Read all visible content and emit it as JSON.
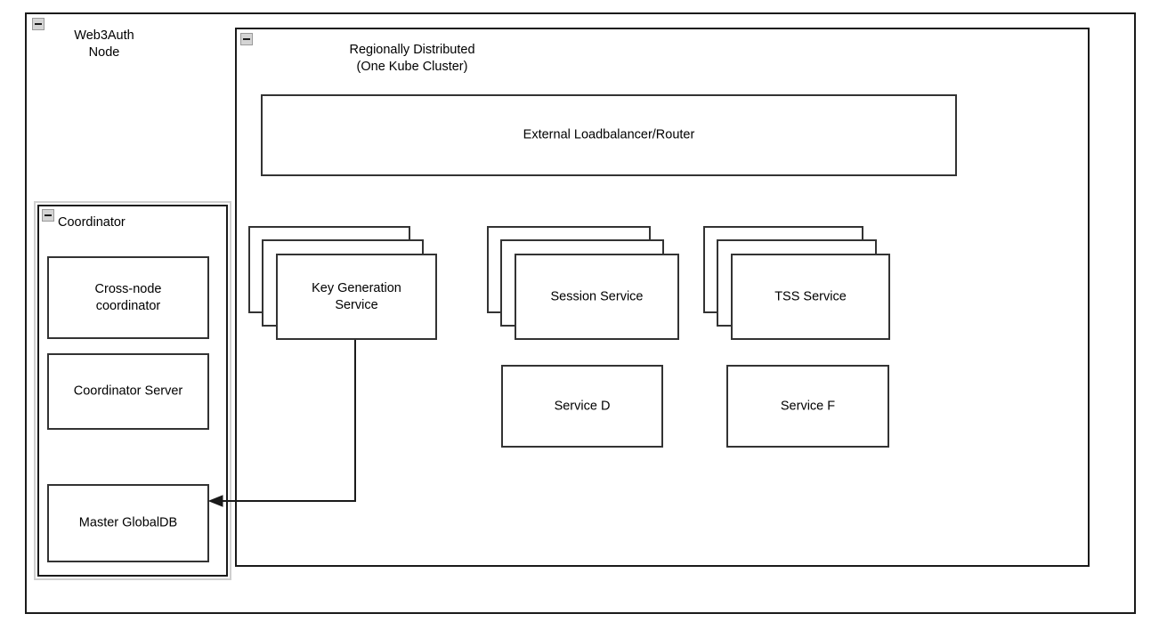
{
  "diagram": {
    "type": "architecture-diagram",
    "background": "#ffffff",
    "stroke_color": "#333333",
    "outer_node": {
      "label": "Web3Auth\nNode",
      "collapse_icon": "minus-collapse-icon"
    },
    "region_group": {
      "label": "Regionally Distributed\n(One Kube Cluster)",
      "collapse_icon": "minus-collapse-icon"
    },
    "coordinator_group": {
      "label": "Coordinator",
      "collapse_icon": "minus-collapse-icon",
      "selected": true,
      "children": [
        {
          "label": "Cross-node\ncoordinator"
        },
        {
          "label": "Coordinator Server"
        },
        {
          "label": "Master GlobalDB"
        }
      ]
    },
    "loadbalancer": {
      "label": "External Loadbalancer/Router"
    },
    "service_stacks": [
      {
        "label": "Key Generation\nService",
        "replicas": 3
      },
      {
        "label": "Session Service",
        "replicas": 3
      },
      {
        "label": "TSS Service",
        "replicas": 3
      }
    ],
    "single_services": [
      {
        "label": "Service D"
      },
      {
        "label": "Service F"
      }
    ],
    "connections": [
      {
        "from": "Key Generation Service",
        "to": "Master GlobalDB",
        "arrow": "single",
        "style": "orthogonal"
      }
    ]
  }
}
